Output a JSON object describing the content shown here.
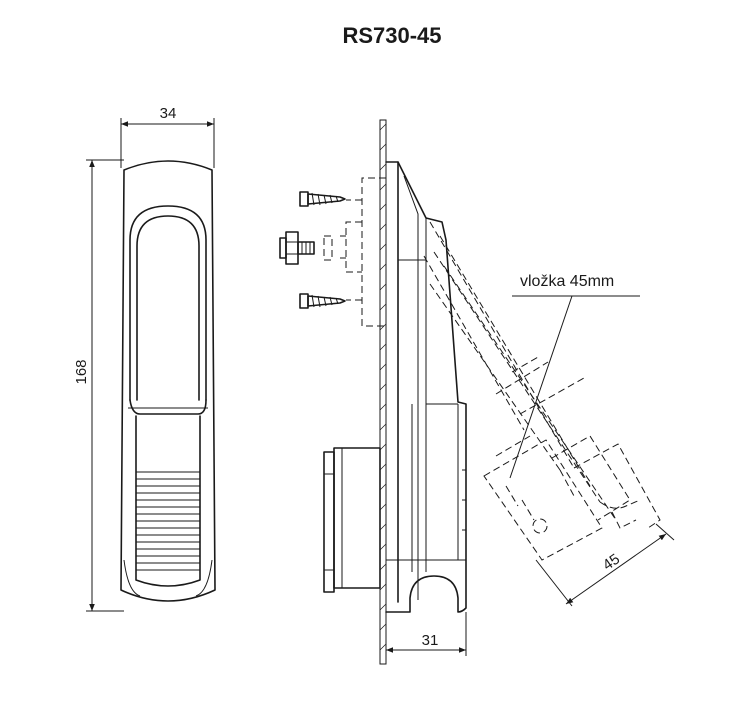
{
  "title": "RS730-45",
  "dimensions": {
    "front_width": "34",
    "front_height": "168",
    "side_depth": "31",
    "insert_offset": "45"
  },
  "callout": {
    "insert_label": "vložka 45mm"
  }
}
